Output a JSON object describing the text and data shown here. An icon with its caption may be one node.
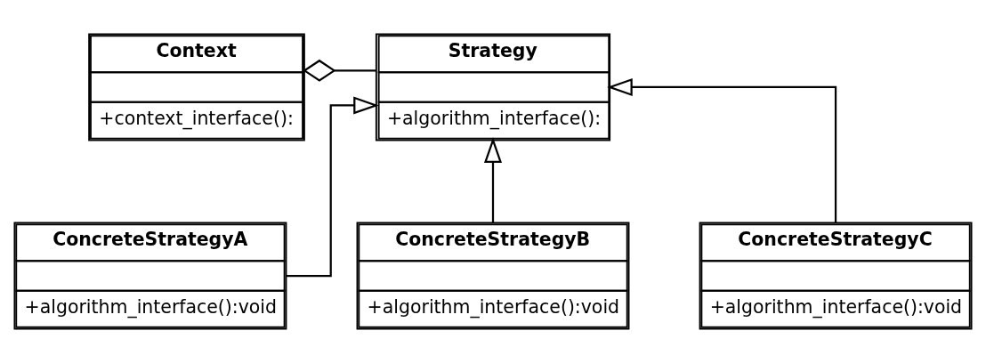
{
  "diagram": {
    "nodes": [
      {
        "text": [
          "Context",
          "+context_interface():"
        ]
      },
      {
        "text": [
          "Strategy",
          "+algorithm_interface():"
        ]
      },
      {
        "text": [
          "ConcreteStrategyA",
          "+algorithm_interface():void"
        ]
      },
      {
        "text": [
          "ConcreteStrategyB",
          "+algorithm_interface():void"
        ]
      },
      {
        "text": [
          "ConcreteStrategyC",
          "+algorithm_interface():void"
        ]
      }
    ],
    "edges": [
      {
        "from": 0,
        "to": 1,
        "arrow": "other"
      },
      {
        "from": 2,
        "to": 1,
        "arrow": "to"
      },
      {
        "from": 3,
        "to": 1,
        "arrow": "to"
      },
      {
        "from": 4,
        "to": 1,
        "arrow": "to"
      }
    ]
  }
}
